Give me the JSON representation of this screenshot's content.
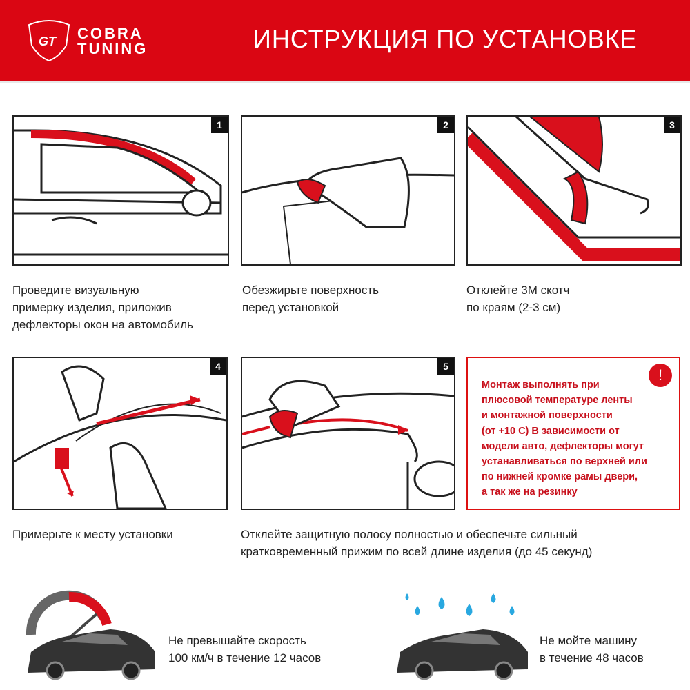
{
  "header": {
    "brand_line1": "COBRA",
    "brand_line2": "TUNING",
    "title": "ИНСТРУКЦИЯ ПО УСТАНОВКЕ"
  },
  "steps": [
    {
      "number": "1",
      "caption": [
        "Проведите визуальную",
        "примерку изделия, приложив",
        "дефлекторы окон на автомобиль"
      ]
    },
    {
      "number": "2",
      "caption": [
        "Обезжирьте поверхность",
        "перед установкой"
      ]
    },
    {
      "number": "3",
      "caption": [
        "Отклейте 3М скотч",
        "по краям (2-3 см)"
      ]
    },
    {
      "number": "4",
      "caption": [
        "Примерьте к месту установки"
      ]
    },
    {
      "number": "5",
      "caption": [
        "Отклейте защитную полосу полностью и обеспечьте сильный",
        "кратковременный прижим по всей  длине изделия (до 45 секунд)"
      ]
    }
  ],
  "warning": {
    "icon": "!",
    "text": [
      "Монтаж выполнять при",
      "плюсовой температуре ленты",
      "и монтажной поверхности",
      "(от +10 С) В зависимости от",
      "модели авто, дефлекторы могут",
      "устанавливаться по верхней или",
      "по нижней кромке рамы двери,",
      "а так же на резинку"
    ]
  },
  "footer": {
    "speed": [
      "Не превышайте скорость",
      "100 км/ч в течение 12 часов"
    ],
    "wash": [
      "Не мойте машину",
      "в течение 48 часов"
    ]
  },
  "colors": {
    "brand": "#da0613",
    "warning": "#c8101c"
  }
}
